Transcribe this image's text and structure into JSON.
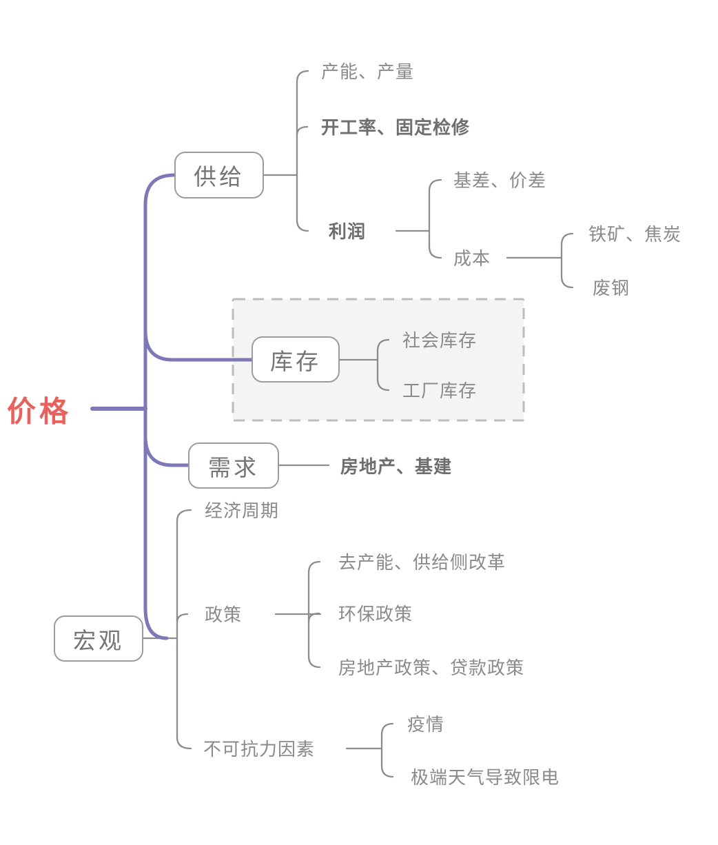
{
  "root": {
    "label": "价格"
  },
  "branches": [
    {
      "label": "供给",
      "children": [
        {
          "label": "产能、产量"
        },
        {
          "label": "开工率、固定检修",
          "bold": true
        },
        {
          "label": "利润",
          "bold": true,
          "children": [
            {
              "label": "基差、价差"
            },
            {
              "label": "成本",
              "children": [
                {
                  "label": "铁矿、焦炭"
                },
                {
                  "label": "废钢"
                }
              ]
            }
          ]
        }
      ]
    },
    {
      "label": "库存",
      "highlighted": true,
      "children": [
        {
          "label": "社会库存"
        },
        {
          "label": "工厂库存"
        }
      ]
    },
    {
      "label": "需求",
      "children": [
        {
          "label": "房地产、基建",
          "bold": true
        }
      ]
    },
    {
      "label": "宏观",
      "children": [
        {
          "label": "经济周期"
        },
        {
          "label": "政策",
          "children": [
            {
              "label": "去产能、供给侧改革"
            },
            {
              "label": "环保政策"
            },
            {
              "label": "房地产政策、贷款政策"
            }
          ]
        },
        {
          "label": "不可抗力因素",
          "children": [
            {
              "label": "疫情"
            },
            {
              "label": "极端天气导致限电"
            }
          ]
        }
      ]
    }
  ],
  "colors": {
    "trunk_purple": "#7d78b6",
    "connector_gray": "#8c8c8c",
    "root_red": "#e8615c",
    "text_gray": "#8a8a8a",
    "text_bold_gray": "#6e6e6e",
    "box_border_gray": "#9b9b9b",
    "box_text_gray": "#757575",
    "highlight_bg": "#f4f4f4",
    "highlight_border": "#bcbcbc"
  }
}
